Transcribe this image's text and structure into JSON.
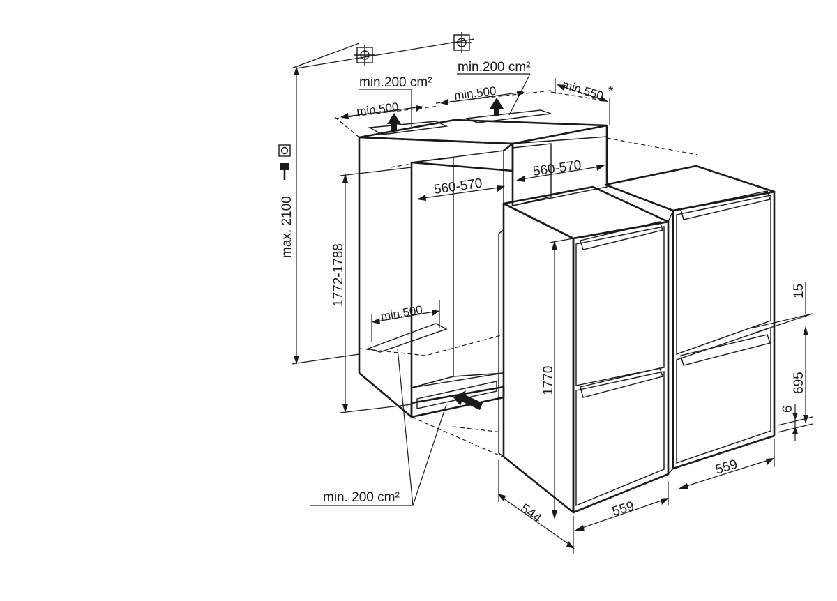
{
  "labels": {
    "max_height": "max. 2100",
    "niche_height": "1772-1788",
    "vent_area_top_left": "min.200 cm²",
    "vent_area_top_right": "min.200 cm²",
    "vent_area_bottom": "min. 200 cm²",
    "vent_width_top_left": "min.500",
    "vent_width_top_right": "min.500",
    "vent_width_bottom": "min.500",
    "niche_depth": "min.550",
    "niche_depth_note": "*",
    "niche_width_left": "560-570",
    "niche_width_right": "560-570",
    "appliance_height": "1770",
    "appliance_depth": "544",
    "appliance_width_left": "559",
    "appliance_width_right": "559",
    "door_gap_top": "15",
    "freezer_height": "695",
    "door_gap_bottom": "6"
  }
}
